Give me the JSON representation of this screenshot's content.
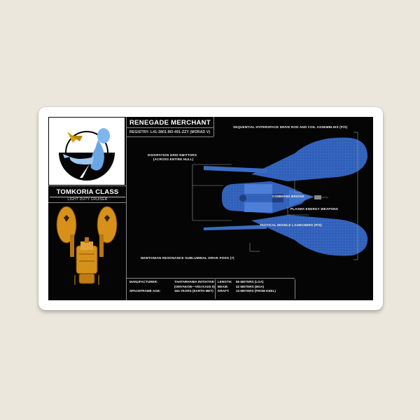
{
  "title": "RENEGADE MERCHANT",
  "registry": "REGISTRY:  L41-3801-M3-491-ZZY  (MORAD V)",
  "class_name": "TOMKORIA CLASS",
  "class_sub": "LIGHT DUTY CRUISER",
  "labels": {
    "hyperspace": "SEQUENTIAL HYPERSPACE DRIVE ROD AND COIL ASSEMBLIES (P/S)",
    "dissipation_1": "DISSIPATION GRID EMITTORS",
    "dissipation_2": "(ACROSS ENTIRE HULL)",
    "bridge": "COMMAND BRIDGE",
    "plasma": "PLASMA ENERGY WEAPONS",
    "missile": "TACTICAL MISSILE LAUNCHERS (P/S)",
    "newtonian": "NEWTONIAN RESONANCE SUBLUMINAL DRIVE PODS (7)"
  },
  "specs": {
    "manufacturer_label": "MANUFACTURER:",
    "manufacturer_value_1": "TAHTARHANIA INITIATIVE",
    "manufacturer_value_2": "(OMYAKON—VIGI KAIXI II)",
    "age_label": "SPACEFRAME AGE:",
    "age_value": "164 YEARS  (EARTH MET)",
    "length_label": "LENGTH:",
    "length_value": "55 METERS  (LOA)",
    "beam_label": "BEAM:",
    "beam_value": "42 METERS  (BOA)",
    "draft_label": "DRAFT:",
    "draft_value": "13 METERS  (FROM KEEL)"
  },
  "colors": {
    "blueprint_blue": "#2f5fb8",
    "gold": "#d7911a",
    "panel": "#050505"
  }
}
